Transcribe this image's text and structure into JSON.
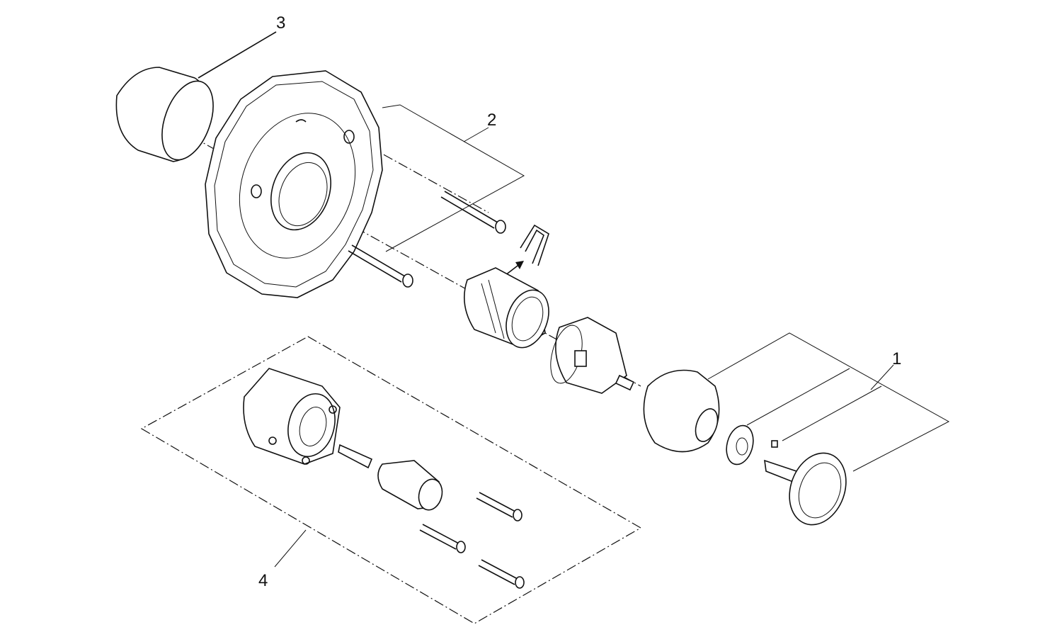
{
  "diagram": {
    "callouts": [
      {
        "id": "1",
        "label": "1"
      },
      {
        "id": "2",
        "label": "2"
      },
      {
        "id": "3",
        "label": "3"
      },
      {
        "id": "4",
        "label": "4"
      }
    ]
  }
}
